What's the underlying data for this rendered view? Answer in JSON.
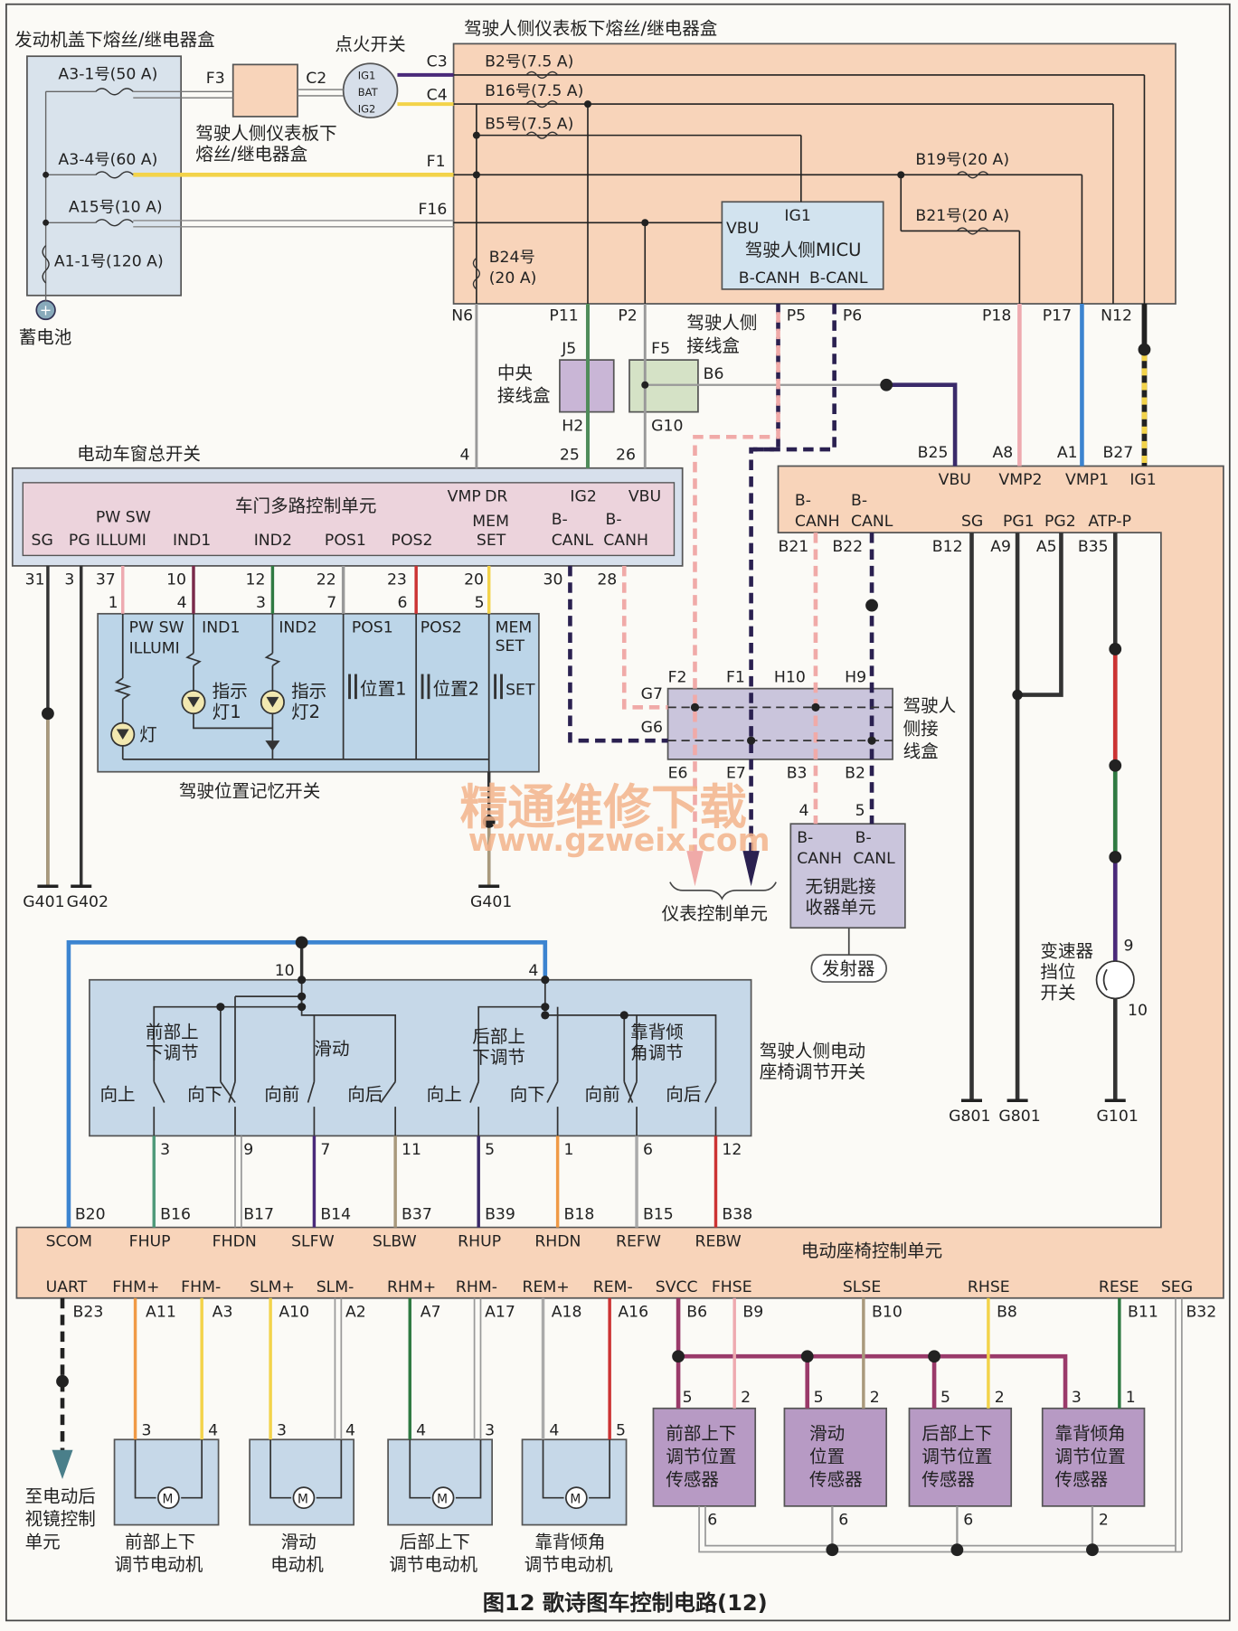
{
  "caption": "图12 歌诗图车控制电路(12)",
  "watermark": {
    "cn": "精通维修下载",
    "url": "www.gzweix.com"
  },
  "boxes": {
    "hood_fuse": "发动机盖下熔丝/继电器盒",
    "ign_switch": "点火开关",
    "dash_fuse": "驾驶人侧仪表板下熔丝/继电器盒",
    "dash_fuse_small_1": "驾驶人侧仪表板下",
    "dash_fuse_small_2": "熔丝/继电器盒",
    "battery": "蓄电池",
    "micu": "驾驶人侧MICU",
    "center_jbox_1": "中央",
    "center_jbox_2": "接线盒",
    "driver_jbox_1": "驾驶人侧",
    "driver_jbox_2": "接线盒",
    "driver_jbox_right_1": "驾驶人",
    "driver_jbox_right_2": "侧接",
    "driver_jbox_right_3": "线盒",
    "pw_master": "电动车窗总开关",
    "door_mpcu": "车门多路控制单元",
    "memory_switch": "驾驶位置记忆开关",
    "indicator1_1": "指示",
    "indicator1_2": "灯1",
    "indicator2_1": "指示",
    "indicator2_2": "灯2",
    "lamp": "灯",
    "pos1": "位置1",
    "pos2": "位置2",
    "set": "SET",
    "meter_unit": "仪表控制单元",
    "keyless_1": "无钥匙接",
    "keyless_2": "收器单元",
    "transmitter": "发射器",
    "trans_1": "变速器",
    "trans_2": "挡位",
    "trans_3": "开关",
    "seat_switch_1": "驾驶人侧电动",
    "seat_switch_2": "座椅调节开关",
    "seat_ecu": "电动座椅控制单元",
    "mirror_1": "至电动后",
    "mirror_2": "视镜控制",
    "mirror_3": "单元"
  },
  "fuses": [
    "A3-1号(50 A)",
    "A3-4号(60 A)",
    "A15号(10 A)",
    "A1-1号(120 A)",
    "B2号(7.5 A)",
    "B16号(7.5 A)",
    "B5号(7.5 A)",
    "B19号(20 A)",
    "B21号(20 A)",
    "B24号",
    "(20 A)"
  ],
  "ign_pins": [
    "IG1",
    "BAT",
    "IG2"
  ],
  "conn": [
    "F3",
    "C2",
    "C3",
    "C4",
    "F1",
    "F16",
    "N6",
    "P11",
    "P2",
    "P5",
    "P6",
    "P18",
    "P17",
    "N12",
    "J5",
    "H2",
    "F5",
    "G10",
    "B6",
    "B25",
    "A8",
    "A1",
    "B27"
  ],
  "micu_pins": [
    "VBU",
    "IG1",
    "B-CANH",
    "B-CANL"
  ],
  "door_pins": [
    "SG",
    "PG",
    "PW SW",
    "ILLUMI",
    "IND1",
    "IND2",
    "POS1",
    "POS2",
    "VMP",
    "DR",
    "MEM",
    "SET",
    "IG2",
    "VBU",
    "B-",
    "CANL",
    "B-",
    "CANH"
  ],
  "door_nums": [
    "4",
    "25",
    "26",
    "31",
    "3",
    "37",
    "10",
    "12",
    "22",
    "23",
    "20",
    "30",
    "28",
    "1",
    "4",
    "3",
    "7",
    "6",
    "5"
  ],
  "mem_pins": [
    "PW SW",
    "ILLUMI",
    "IND1",
    "IND2",
    "POS1",
    "POS2",
    "MEM",
    "SET"
  ],
  "seat_ecu_top": [
    "VBU",
    "VMP2",
    "VMP1",
    "IG1",
    "B-",
    "CANH",
    "B-",
    "CANL",
    "SG",
    "PG1",
    "PG2",
    "ATP-P",
    "B21",
    "B22",
    "B12",
    "A9",
    "A5",
    "B35"
  ],
  "jbox_pins": [
    "F2",
    "F1",
    "H10",
    "H9",
    "G7",
    "G6",
    "E6",
    "E7",
    "B3",
    "B2",
    "4",
    "5"
  ],
  "keyless_pins": [
    "B-",
    "CANH",
    "B-",
    "CANL"
  ],
  "grounds": [
    "G401",
    "G402",
    "G401",
    "G801",
    "G801",
    "G101"
  ],
  "trans_nums": [
    "9",
    "10"
  ],
  "seat_sw_nums": [
    "10",
    "4",
    "3",
    "9",
    "7",
    "11",
    "5",
    "1",
    "6",
    "12"
  ],
  "seat_sw_labels": [
    "前部上",
    "下调节",
    "滑动",
    "后部上",
    "下调节",
    "靠背倾",
    "角调节",
    "向上",
    "向下",
    "向前",
    "向后",
    "向上",
    "向下",
    "向前",
    "向后"
  ],
  "ecu_conn_top": [
    "B20",
    "B16",
    "B17",
    "B14",
    "B37",
    "B39",
    "B18",
    "B15",
    "B38"
  ],
  "ecu_pins_top": [
    "SCOM",
    "FHUP",
    "FHDN",
    "SLFW",
    "SLBW",
    "RHUP",
    "RHDN",
    "REFW",
    "REBW"
  ],
  "ecu_pins_bot": [
    "UART",
    "FHM+",
    "FHM-",
    "SLM+",
    "SLM-",
    "RHM+",
    "RHM-",
    "REM+",
    "REM-",
    "SVCC",
    "FHSE",
    "SLSE",
    "RHSE",
    "RESE",
    "SEG"
  ],
  "ecu_conn_bot": [
    "B23",
    "A11",
    "A3",
    "A10",
    "A2",
    "A7",
    "A17",
    "A18",
    "A16",
    "B6",
    "B9",
    "B10",
    "B8",
    "B11",
    "B32"
  ],
  "motor_nums": [
    "3",
    "4",
    "3",
    "4",
    "4",
    "3",
    "4",
    "5"
  ],
  "motors": [
    "前部上下",
    "调节电动机",
    "滑动",
    "电动机",
    "后部上下",
    "调节电动机",
    "靠背倾角",
    "调节电动机"
  ],
  "sensors": [
    "前部上下",
    "调节位置",
    "传感器",
    "滑动",
    "位置",
    "传感器",
    "后部上下",
    "调节位置",
    "传感器",
    "靠背倾角",
    "调节位置",
    "传感器"
  ],
  "sensor_nums": [
    "5",
    "2",
    "5",
    "2",
    "5",
    "2",
    "3",
    "1",
    "6",
    "6",
    "6",
    "2"
  ]
}
